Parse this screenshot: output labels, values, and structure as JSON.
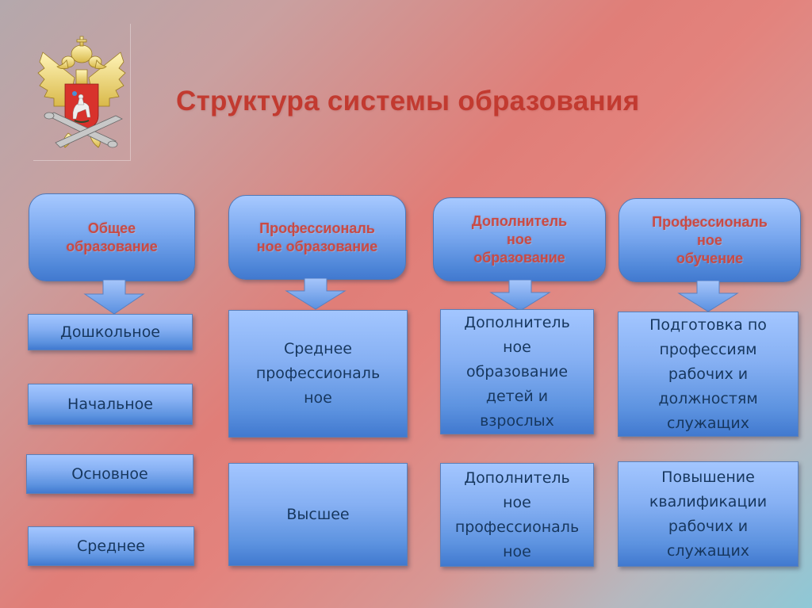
{
  "slide": {
    "title": "Структура системы образования",
    "emblem": "russian-ministry-of-education-emblem",
    "colors": {
      "title": "#c23a30",
      "header_text": "#c94a45",
      "box_text": "#17375e",
      "box_top": "#a3c6ff",
      "box_bottom": "#4179cf"
    }
  },
  "columns": [
    {
      "header": {
        "line1": "Общее",
        "line2": "образование",
        "line3": ""
      },
      "items": [
        {
          "line1": "Дошкольное"
        },
        {
          "line1": "Начальное"
        },
        {
          "line1": "Основное"
        },
        {
          "line1": "Среднее"
        }
      ]
    },
    {
      "header": {
        "line1": "Профессиональ",
        "line2": "ное образование",
        "line3": ""
      },
      "items": [
        {
          "line1": "Среднее",
          "line2": "профессиональ",
          "line3": "ное"
        },
        {
          "line1": "Высшее"
        }
      ]
    },
    {
      "header": {
        "line1": "Дополнитель",
        "line2": "ное",
        "line3": "образование"
      },
      "items": [
        {
          "line1": "Дополнитель",
          "line2": "ное",
          "line3": "образование",
          "line4": "детей и",
          "line5": "взрослых"
        },
        {
          "line1": "Дополнитель",
          "line2": "ное",
          "line3": "профессиональ",
          "line4": "ное"
        }
      ]
    },
    {
      "header": {
        "line1": "Профессиональ",
        "line2": "ное",
        "line3": "обучение"
      },
      "items": [
        {
          "line1": "Подготовка по",
          "line2": "профессиям",
          "line3": "рабочих и",
          "line4": "должностям",
          "line5": "служащих"
        },
        {
          "line1": "Повышение",
          "line2": "квалификации",
          "line3": "рабочих и",
          "line4": "служащих"
        }
      ]
    }
  ]
}
